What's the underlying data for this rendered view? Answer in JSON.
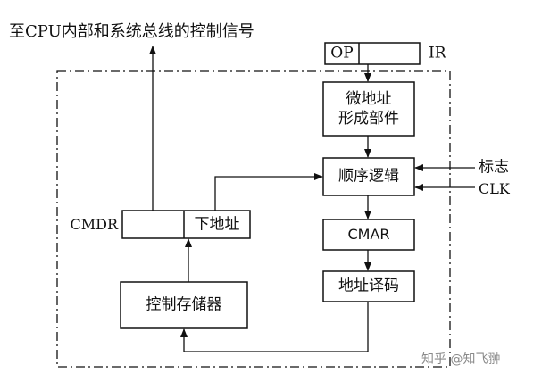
{
  "top_label": "至CPU内部和系统总线的控制信号",
  "ir": {
    "op": "OP",
    "label": "IR"
  },
  "boxes": {
    "micro_addr_unit": [
      "微地址",
      "形成部件"
    ],
    "sequence_logic": "顺序逻辑",
    "cmar": "CMAR",
    "addr_decoder": "地址译码",
    "control_memory": "控制存储器",
    "next_address": "下地址"
  },
  "cmdr_label": "CMDR",
  "inputs": {
    "flag": "标志",
    "clk": "CLK"
  },
  "watermark": "知乎 @知飞翀"
}
